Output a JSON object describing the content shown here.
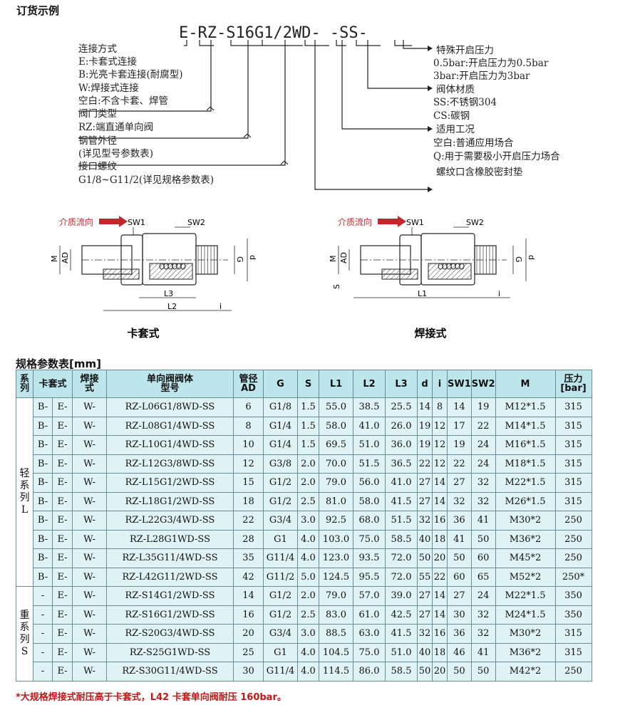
{
  "order_example": {
    "title": "订货示例",
    "code": "E-RZ-S16G1/2WD- -SS-",
    "left_labels": [
      {
        "text": "连接方式"
      },
      {
        "text": "E:卡套式连接"
      },
      {
        "text": "B:光亮卡套连接(耐腐型)"
      },
      {
        "text": "W:焊接式连接"
      },
      {
        "text": "空白:不含卡套、焊管"
      },
      {
        "text": "阀门类型"
      },
      {
        "text": "RZ:端直通单向阀"
      },
      {
        "text": "钢管外径"
      },
      {
        "text": "(详见型号参数表)"
      },
      {
        "text": "接口螺纹"
      },
      {
        "text": "G1/8~G11/2(详见规格参数表)"
      }
    ],
    "right_labels": [
      {
        "text": "特殊开启压力"
      },
      {
        "text": "0.5bar:开启压力为0.5bar"
      },
      {
        "text": "3bar:开启压力为3bar"
      },
      {
        "text": "阀体材质"
      },
      {
        "text": "SS:不锈钢304"
      },
      {
        "text": "CS:碳钢"
      },
      {
        "text": "适用工况"
      },
      {
        "text": "空白:普通应用场合"
      },
      {
        "text": "Q:用于需要极小开启压力场合"
      },
      {
        "text": "螺纹口含橡胶密封垫"
      }
    ]
  },
  "drawings": {
    "flow_label": "介质流向",
    "left": {
      "caption": "卡套式",
      "dims": [
        "SW1",
        "SW2",
        "M",
        "AD",
        "G",
        "d",
        "L3",
        "L2",
        "i"
      ]
    },
    "right": {
      "caption": "焊接式",
      "dims": [
        "SW1",
        "SW2",
        "M",
        "AD",
        "S",
        "G",
        "d",
        "L1",
        "i"
      ]
    },
    "colors": {
      "arrow": "#c0282d",
      "line": "#222222",
      "hatch": "#444444"
    }
  },
  "spec_table": {
    "title": "规格参数表[mm]",
    "headers": [
      "系列",
      "卡套式",
      "焊接式",
      "单向阀阀体型号",
      "管径AD",
      "G",
      "S",
      "L1",
      "L2",
      "L3",
      "d",
      "i",
      "SW1",
      "SW2",
      "M",
      "压力[bar]"
    ],
    "header_lines": {
      "xl": [
        "系",
        "列"
      ],
      "hj": [
        "焊接",
        "式"
      ],
      "model": [
        "单向阀阀体",
        "型号"
      ],
      "ad": [
        "管径",
        "AD"
      ],
      "press": [
        "压力",
        "[bar]"
      ]
    },
    "groups": [
      {
        "label_lines": [
          "轻",
          "系",
          "列",
          "L"
        ],
        "rows": [
          [
            "B-",
            "E-",
            "W-",
            "RZ-L06G1/8WD-SS",
            "6",
            "G1/8",
            "1.5",
            "55.0",
            "38.5",
            "25.5",
            "14",
            "8",
            "14",
            "19",
            "M12*1.5",
            "315"
          ],
          [
            "B-",
            "E-",
            "W-",
            "RZ-L08G1/4WD-SS",
            "8",
            "G1/4",
            "1.5",
            "58.0",
            "41.0",
            "26.0",
            "19",
            "12",
            "17",
            "22",
            "M14*1.5",
            "315"
          ],
          [
            "B-",
            "E-",
            "W-",
            "RZ-L10G1/4WD-SS",
            "10",
            "G1/4",
            "1.5",
            "69.5",
            "51.0",
            "36.0",
            "19",
            "12",
            "19",
            "24",
            "M16*1.5",
            "315"
          ],
          [
            "B-",
            "E-",
            "W-",
            "RZ-L12G3/8WD-SS",
            "12",
            "G3/8",
            "2.0",
            "70.0",
            "51.5",
            "36.5",
            "22",
            "12",
            "22",
            "24",
            "M18*1.5",
            "315"
          ],
          [
            "B-",
            "E-",
            "W-",
            "RZ-L15G1/2WD-SS",
            "15",
            "G1/2",
            "2.0",
            "79.0",
            "56.0",
            "41.0",
            "27",
            "14",
            "27",
            "32",
            "M22*1.5",
            "315"
          ],
          [
            "B-",
            "E-",
            "W-",
            "RZ-L18G1/2WD-SS",
            "18",
            "G1/2",
            "2.5",
            "81.0",
            "58.0",
            "41.5",
            "27",
            "14",
            "32",
            "32",
            "M26*1.5",
            "315"
          ],
          [
            "B-",
            "E-",
            "W-",
            "RZ-L22G3/4WD-SS",
            "22",
            "G3/4",
            "3.0",
            "92.5",
            "68.0",
            "51.5",
            "32",
            "16",
            "36",
            "41",
            "M30*2",
            "250"
          ],
          [
            "B-",
            "E-",
            "W-",
            "RZ-L28G1WD-SS",
            "28",
            "G1",
            "4.0",
            "103.0",
            "75.0",
            "58.5",
            "40",
            "18",
            "41",
            "50",
            "M36*2",
            "250"
          ],
          [
            "B-",
            "E-",
            "W-",
            "RZ-L35G11/4WD-SS",
            "35",
            "G11/4",
            "4.0",
            "123.0",
            "93.5",
            "72.0",
            "50",
            "20",
            "50",
            "60",
            "M45*2",
            "250"
          ],
          [
            "B-",
            "E-",
            "W-",
            "RZ-L42G11/2WD-SS",
            "42",
            "G11/2",
            "5.0",
            "124.5",
            "95.5",
            "72.0",
            "55",
            "22",
            "60",
            "65",
            "M52*2",
            "250*"
          ]
        ]
      },
      {
        "label_lines": [
          "重",
          "系",
          "列",
          "S"
        ],
        "rows": [
          [
            "-",
            "E-",
            "W-",
            "RZ-S14G1/2WD-SS",
            "14",
            "G1/2",
            "2.0",
            "79.0",
            "57.0",
            "39.0",
            "27",
            "14",
            "27",
            "24",
            "M22*1.5",
            "350"
          ],
          [
            "-",
            "E-",
            "W-",
            "RZ-S16G1/2WD-SS",
            "16",
            "G1/2",
            "2.5",
            "83.0",
            "61.0",
            "42.5",
            "27",
            "14",
            "30",
            "32",
            "M24*1.5",
            "350"
          ],
          [
            "-",
            "E-",
            "W-",
            "RZ-S20G3/4WD-SS",
            "20",
            "G3/4",
            "3.0",
            "88.5",
            "63.0",
            "41.5",
            "32",
            "16",
            "36",
            "32",
            "M30*2",
            "315"
          ],
          [
            "-",
            "E-",
            "W-",
            "RZ-S25G1WD-SS",
            "25",
            "G1",
            "4.0",
            "104.5",
            "75.0",
            "51.0",
            "40",
            "18",
            "46",
            "41",
            "M36*2",
            "315"
          ],
          [
            "-",
            "E-",
            "W-",
            "RZ-S30G11/4WD-SS",
            "30",
            "G11/4",
            "4.0",
            "114.5",
            "86.0",
            "58.5",
            "50",
            "20",
            "50",
            "50",
            "M42*2",
            "250"
          ]
        ]
      }
    ],
    "footnote": "*大规格焊接式耐压高于卡套式，L42 卡套单向阀耐压 160bar。"
  }
}
